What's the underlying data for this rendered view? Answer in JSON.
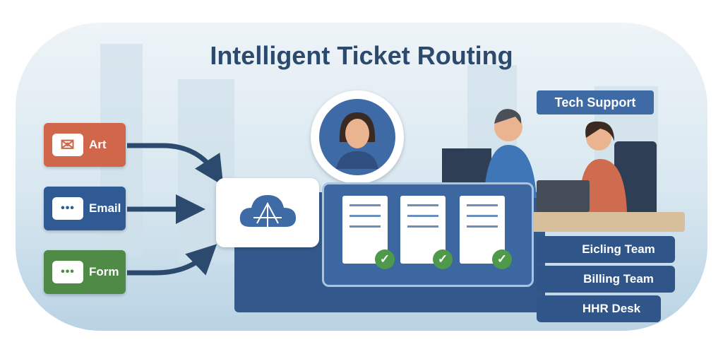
{
  "title": "Intelligent Ticket Routing",
  "sources": [
    {
      "label": "Art",
      "icon": "envelope-icon",
      "color": "#d0674a"
    },
    {
      "label": "Email",
      "icon": "chat-bubble-icon",
      "color": "#2f5a94"
    },
    {
      "label": "Form",
      "icon": "chat-bubble-icon",
      "color": "#4f8a46"
    }
  ],
  "agent_bubble": "Tech Support",
  "teams": [
    {
      "label": "Eicling Team"
    },
    {
      "label": "Billing Team"
    },
    {
      "label": "HHR Desk"
    }
  ],
  "colors": {
    "primary": "#2f5589",
    "accent_green": "#4e9a4a",
    "accent_orange": "#d0674a"
  }
}
